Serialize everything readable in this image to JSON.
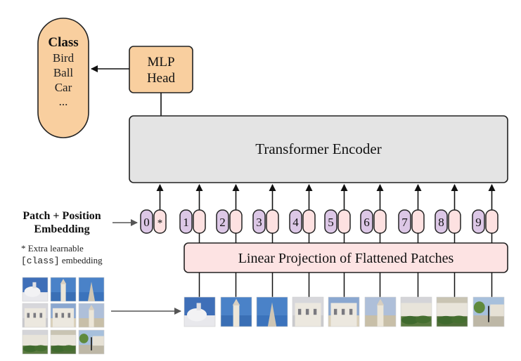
{
  "class_box": {
    "title": "Class",
    "items": [
      "Bird",
      "Ball",
      "Car",
      "..."
    ]
  },
  "mlp_head": {
    "line1": "MLP",
    "line2": "Head"
  },
  "encoder": {
    "label": "Transformer Encoder"
  },
  "projection": {
    "label": "Linear Projection of Flattened Patches"
  },
  "embedding_label": {
    "line1": "Patch + Position",
    "line2": "Embedding"
  },
  "extra_note": {
    "line1": "* Extra learnable",
    "code": "[class]",
    "line2_rest": " embedding"
  },
  "tokens": [
    "0",
    "1",
    "2",
    "3",
    "4",
    "5",
    "6",
    "7",
    "8",
    "9"
  ],
  "class_token_marker": "*",
  "colors": {
    "orange_fill": "#f9cf9f",
    "encoder_fill": "#e4e4e4",
    "projection_fill": "#fde3e3",
    "position_fill": "#dcc7e6",
    "patch_fill": "#fde1e1",
    "stroke": "#222222",
    "arrow_gray": "#555555"
  },
  "patches": [
    {
      "sky": "#3f6fb8",
      "ground": "#e8e8ec",
      "feature": "dome"
    },
    {
      "sky": "#4a82c8",
      "ground": "#3a6fb5",
      "feature": "tower"
    },
    {
      "sky": "#4a82c8",
      "ground": "#3b73bc",
      "feature": "spire"
    },
    {
      "sky": "#d7d7db",
      "ground": "#c9c9cc",
      "feature": "facade"
    },
    {
      "sky": "#8aa7d0",
      "ground": "#d9cfb8",
      "feature": "facade"
    },
    {
      "sky": "#aebfd9",
      "ground": "#c8bfa8",
      "feature": "tower"
    },
    {
      "sky": "#d4d4d8",
      "ground": "#5a7a40",
      "feature": "bushes"
    },
    {
      "sky": "#c9c4b3",
      "ground": "#4f6e38",
      "feature": "bushes"
    },
    {
      "sky": "#a7c0dc",
      "ground": "#bdb7a6",
      "feature": "lamp"
    }
  ]
}
